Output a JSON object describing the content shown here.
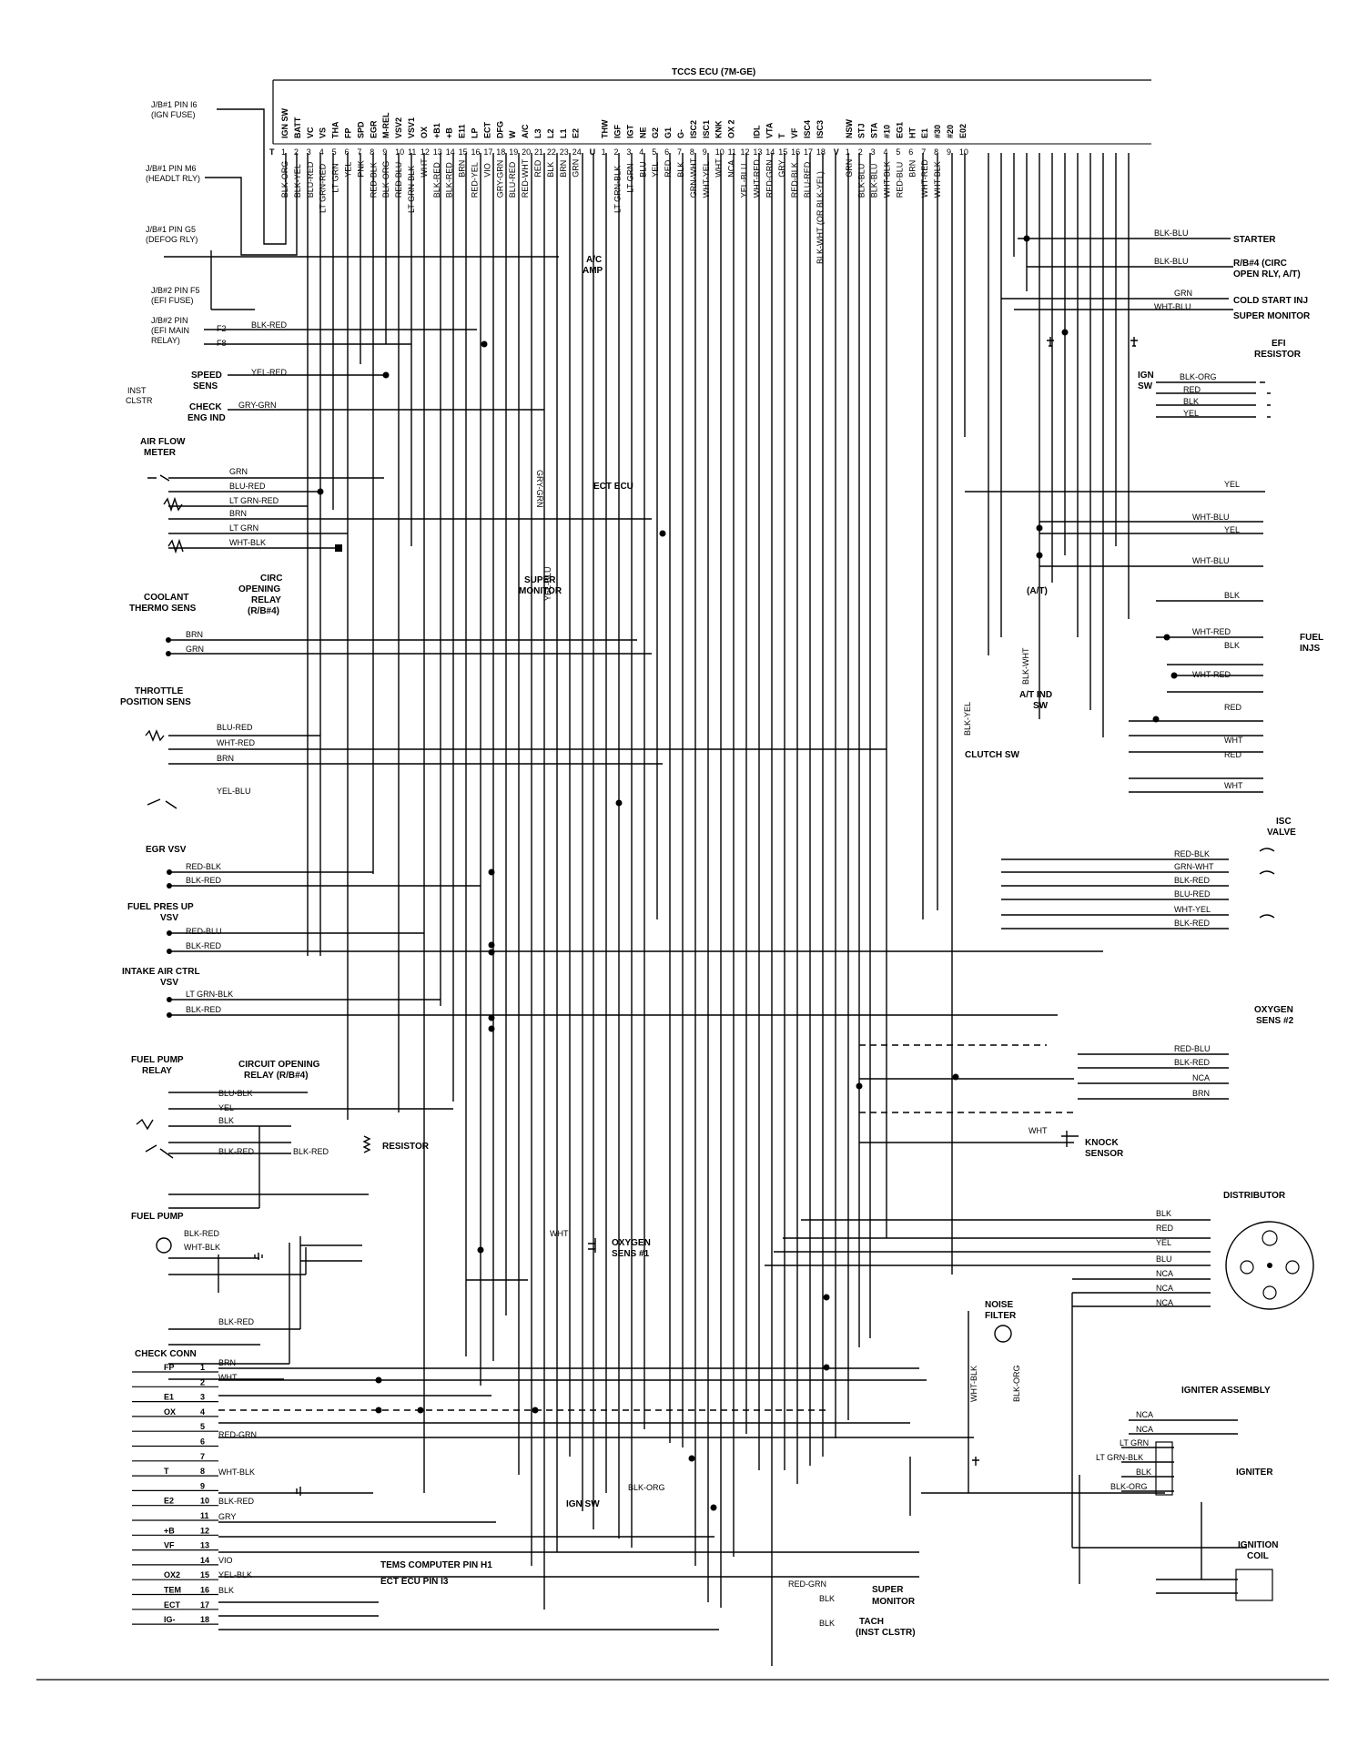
{
  "ecu": {
    "title": "TCCS ECU (7M-GE)",
    "groups": [
      {
        "letter": "T",
        "pins": [
          {
            "n": "1",
            "t": "IGN SW"
          },
          {
            "n": "2",
            "t": "BATT"
          },
          {
            "n": "3",
            "t": "VC"
          },
          {
            "n": "4",
            "t": "VS"
          },
          {
            "n": "5",
            "t": "THA"
          },
          {
            "n": "6",
            "t": "FP"
          },
          {
            "n": "7",
            "t": "SPD"
          },
          {
            "n": "8",
            "t": "EGR"
          },
          {
            "n": "9",
            "t": "M-REL"
          },
          {
            "n": "10",
            "t": "VSV2"
          },
          {
            "n": "11",
            "t": "VSV1"
          },
          {
            "n": "12",
            "t": "OX"
          },
          {
            "n": "13",
            "t": "+B1"
          },
          {
            "n": "14",
            "t": "+B"
          },
          {
            "n": "15",
            "t": "E11"
          },
          {
            "n": "16",
            "t": "LP"
          },
          {
            "n": "17",
            "t": "ECT"
          },
          {
            "n": "18",
            "t": "DFG"
          },
          {
            "n": "19",
            "t": "W"
          },
          {
            "n": "20",
            "t": "A/C"
          },
          {
            "n": "21",
            "t": "L3"
          },
          {
            "n": "22",
            "t": "L2"
          },
          {
            "n": "23",
            "t": "L1"
          },
          {
            "n": "24",
            "t": "E2"
          }
        ]
      },
      {
        "letter": "U",
        "pins": [
          {
            "n": "1",
            "t": "THW"
          },
          {
            "n": "2",
            "t": "IGF"
          },
          {
            "n": "3",
            "t": "IGT"
          },
          {
            "n": "4",
            "t": "NE"
          },
          {
            "n": "5",
            "t": "G2"
          },
          {
            "n": "6",
            "t": "G1"
          },
          {
            "n": "7",
            "t": "G-"
          },
          {
            "n": "8",
            "t": "ISC2"
          },
          {
            "n": "9",
            "t": "ISC1"
          },
          {
            "n": "10",
            "t": "KNK"
          },
          {
            "n": "11",
            "t": "OX 2"
          },
          {
            "n": "12",
            "t": ""
          },
          {
            "n": "13",
            "t": "IDL"
          },
          {
            "n": "14",
            "t": "VTA"
          },
          {
            "n": "15",
            "t": "T"
          },
          {
            "n": "16",
            "t": "VF"
          },
          {
            "n": "17",
            "t": "ISC4"
          },
          {
            "n": "18",
            "t": "ISC3"
          }
        ]
      },
      {
        "letter": "V",
        "pins": [
          {
            "n": "1",
            "t": "NSW"
          },
          {
            "n": "2",
            "t": "STJ"
          },
          {
            "n": "3",
            "t": "STA"
          },
          {
            "n": "4",
            "t": "#10"
          },
          {
            "n": "5",
            "t": "EG1"
          },
          {
            "n": "6",
            "t": "HT"
          },
          {
            "n": "7",
            "t": "E1"
          },
          {
            "n": "8",
            "t": "#30"
          },
          {
            "n": "9",
            "t": "#20"
          },
          {
            "n": "10",
            "t": "E02"
          }
        ]
      }
    ],
    "wire_colors": [
      "BLK-ORG",
      "BLK-YEL",
      "BLU-RED",
      "LT GRN-RED",
      "LT GRN",
      "YEL",
      "PNK",
      "RED-BLK",
      "BLK-ORG",
      "RED-BLU",
      "LT GRN-BLK",
      "WHT",
      "BLK-RED",
      "BLK-RED",
      "BRN",
      "RED-YEL",
      "VIO",
      "GRY-GRN",
      "BLU-RED",
      "RED-WHT",
      "RED",
      "BLK",
      "BRN",
      "GRN",
      "LT GRN-BLK",
      "LT GRN",
      "BLU",
      "YEL",
      "RED",
      "BLK",
      "GRN-WHT",
      "WHT-YEL",
      "WHT",
      "NCA",
      "YEL-BLU",
      "WHT-RED",
      "RED-GRN",
      "GRY",
      "RED-BLK",
      "BLU-RED",
      "BLK-WHT (OR BLK-YEL)",
      "GRN",
      "BLK-BLU",
      "BLK-BLU",
      "WHT-BLK",
      "RED-BLU",
      "BRN",
      "WHT-RED",
      "WHT-BLK"
    ]
  },
  "left_labels": {
    "jb_ign": [
      "J/B#1 PIN I6",
      "(IGN FUSE)"
    ],
    "jb_headlt": [
      "J/B#1 PIN M6",
      "(HEADLT RLY)"
    ],
    "jb_defog": [
      "J/B#1 PIN G5",
      "(DEFOG RLY)"
    ],
    "jb_efi_fuse": [
      "J/B#2 PIN F5",
      "(EFI FUSE)"
    ],
    "jb_efi_main": [
      "J/B#2 PIN",
      "(EFI MAIN",
      "RELAY)"
    ],
    "f2": "F2",
    "f8": "F8",
    "speed": [
      "SPEED",
      "SENS"
    ],
    "inst": [
      "INST",
      "CLSTR"
    ],
    "check": [
      "CHECK",
      "ENG IND"
    ],
    "afm": [
      "AIR FLOW",
      "METER"
    ],
    "circ": [
      "CIRC",
      "OPENING",
      "RELAY",
      "(R/B#4)"
    ],
    "coolant": [
      "COOLANT",
      "THERMO SENS"
    ],
    "tps": [
      "THROTTLE",
      "POSITION SENS"
    ],
    "egr": "EGR VSV",
    "fuel_pres": [
      "FUEL PRES UP",
      "VSV"
    ],
    "intake": [
      "INTAKE AIR CTRL",
      "VSV"
    ],
    "fp_relay": [
      "FUEL PUMP",
      "RELAY"
    ],
    "circ2": [
      "CIRCUIT OPENING",
      "RELAY (R/B#4)"
    ],
    "resistor": "RESISTOR",
    "fuel_pump": "FUEL PUMP",
    "oxy1": [
      "OXYGEN",
      "SENS #1"
    ],
    "check_conn": "CHECK CONN",
    "super": [
      "SUPER",
      "MONITOR"
    ],
    "ect_ecu": "ECT ECU",
    "ac_amp": [
      "A/C",
      "AMP"
    ]
  },
  "left_wires": {
    "blk_red": "BLK-RED",
    "yel_red": "YEL-RED",
    "gry_grn": "GRY-GRN",
    "grn": "GRN",
    "blu_red": "BLU-RED",
    "lt_grn_red": "LT GRN-RED",
    "brn": "BRN",
    "lt_grn": "LT GRN",
    "wht_blk": "WHT-BLK",
    "wht_red": "WHT-RED",
    "yel_blu": "YEL-BLU",
    "red_blk": "RED-BLK",
    "red_blu": "RED-BLU",
    "lt_grn_blk": "LT GRN-BLK",
    "blu_blk": "BLU-BLK",
    "yel": "YEL",
    "blk": "BLK",
    "wht": "WHT",
    "vio": "VIO",
    "yel_blk": "YEL-BLK",
    "red_grn": "RED-GRN",
    "gry": "GRY",
    "blk_org": "BLK-ORG",
    "grn_wht": "GRN-WHT",
    "blu": "BLU",
    "red": "RED",
    "nca": "NCA",
    "wht_yel": "WHT-YEL",
    "blk_blu": "BLK-BLU",
    "wht_blu": "WHT-BLU",
    "blk_wht": "BLK-WHT",
    "blk_yel": "BLK-YEL"
  },
  "check_conn_pins": [
    {
      "label": "FP",
      "n": "1"
    },
    {
      "label": "",
      "n": "2"
    },
    {
      "label": "E1",
      "n": "3"
    },
    {
      "label": "OX",
      "n": "4"
    },
    {
      "label": "",
      "n": "5"
    },
    {
      "label": "",
      "n": "6"
    },
    {
      "label": "",
      "n": "7"
    },
    {
      "label": "T",
      "n": "8"
    },
    {
      "label": "",
      "n": "9"
    },
    {
      "label": "E2",
      "n": "10"
    },
    {
      "label": "",
      "n": "11"
    },
    {
      "label": "+B",
      "n": "12"
    },
    {
      "label": "VF",
      "n": "13"
    },
    {
      "label": "",
      "n": "14"
    },
    {
      "label": "OX2",
      "n": "15"
    },
    {
      "label": "TEM",
      "n": "16"
    },
    {
      "label": "ECT",
      "n": "17"
    },
    {
      "label": "IG-",
      "n": "18"
    }
  ],
  "bottom_notes": {
    "tems": "TEMS COMPUTER PIN H1",
    "ect_pin": "ECT ECU PIN I3",
    "ign_sw": "IGN SW",
    "tach": [
      "TACH",
      "(INST CLSTR)"
    ]
  },
  "right_labels": {
    "starter": "STARTER",
    "rb4": [
      "R/B#4 (CIRC",
      "OPEN RLY, A/T)"
    ],
    "cold_start": "COLD START INJ",
    "super_monitor": "SUPER MONITOR",
    "efi_resistor": [
      "EFI",
      "RESISTOR"
    ],
    "ign_sw": [
      "IGN",
      "SW"
    ],
    "fuel_injs": [
      "FUEL",
      "INJS"
    ],
    "at": "(A/T)",
    "at_ind": [
      "A/T IND",
      "SW"
    ],
    "clutch": "CLUTCH SW",
    "isc": [
      "ISC",
      "VALVE"
    ],
    "oxy2": [
      "OXYGEN",
      "SENS #2"
    ],
    "knock": [
      "KNOCK",
      "SENSOR"
    ],
    "distributor": "DISTRIBUTOR",
    "noise": [
      "NOISE",
      "FILTER"
    ],
    "igniter_assy": "IGNITER ASSEMBLY",
    "igniter": "IGNITER",
    "ign_coil": [
      "IGNITION",
      "COIL"
    ]
  }
}
